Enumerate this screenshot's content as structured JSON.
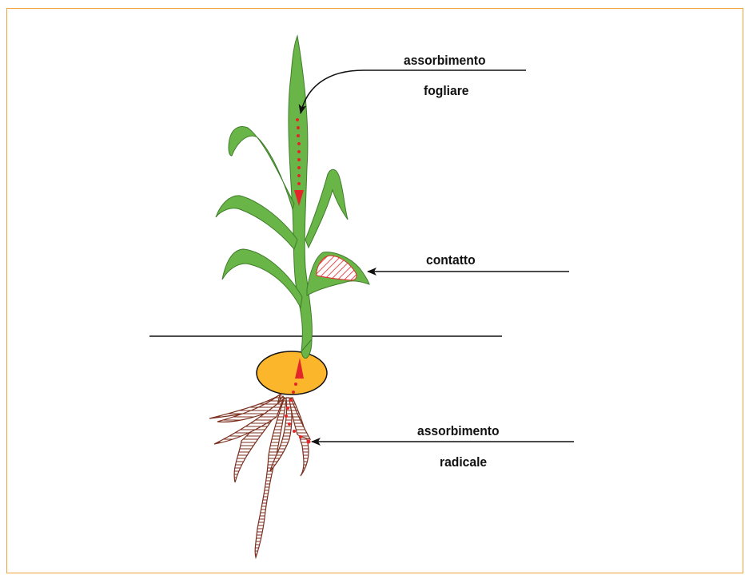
{
  "labels": {
    "foliar_line1": "assorbimento",
    "foliar_line2": "fogliare",
    "contact": "contatto",
    "root_line1": "assorbimento",
    "root_line2": "radicale"
  },
  "colors": {
    "frame": "#f2a33a",
    "plant_green": "#6ab547",
    "seed": "#fbb62c",
    "roots": "#7b2f1e",
    "flow_dots": "#e3262a",
    "arrow": "#111111"
  }
}
